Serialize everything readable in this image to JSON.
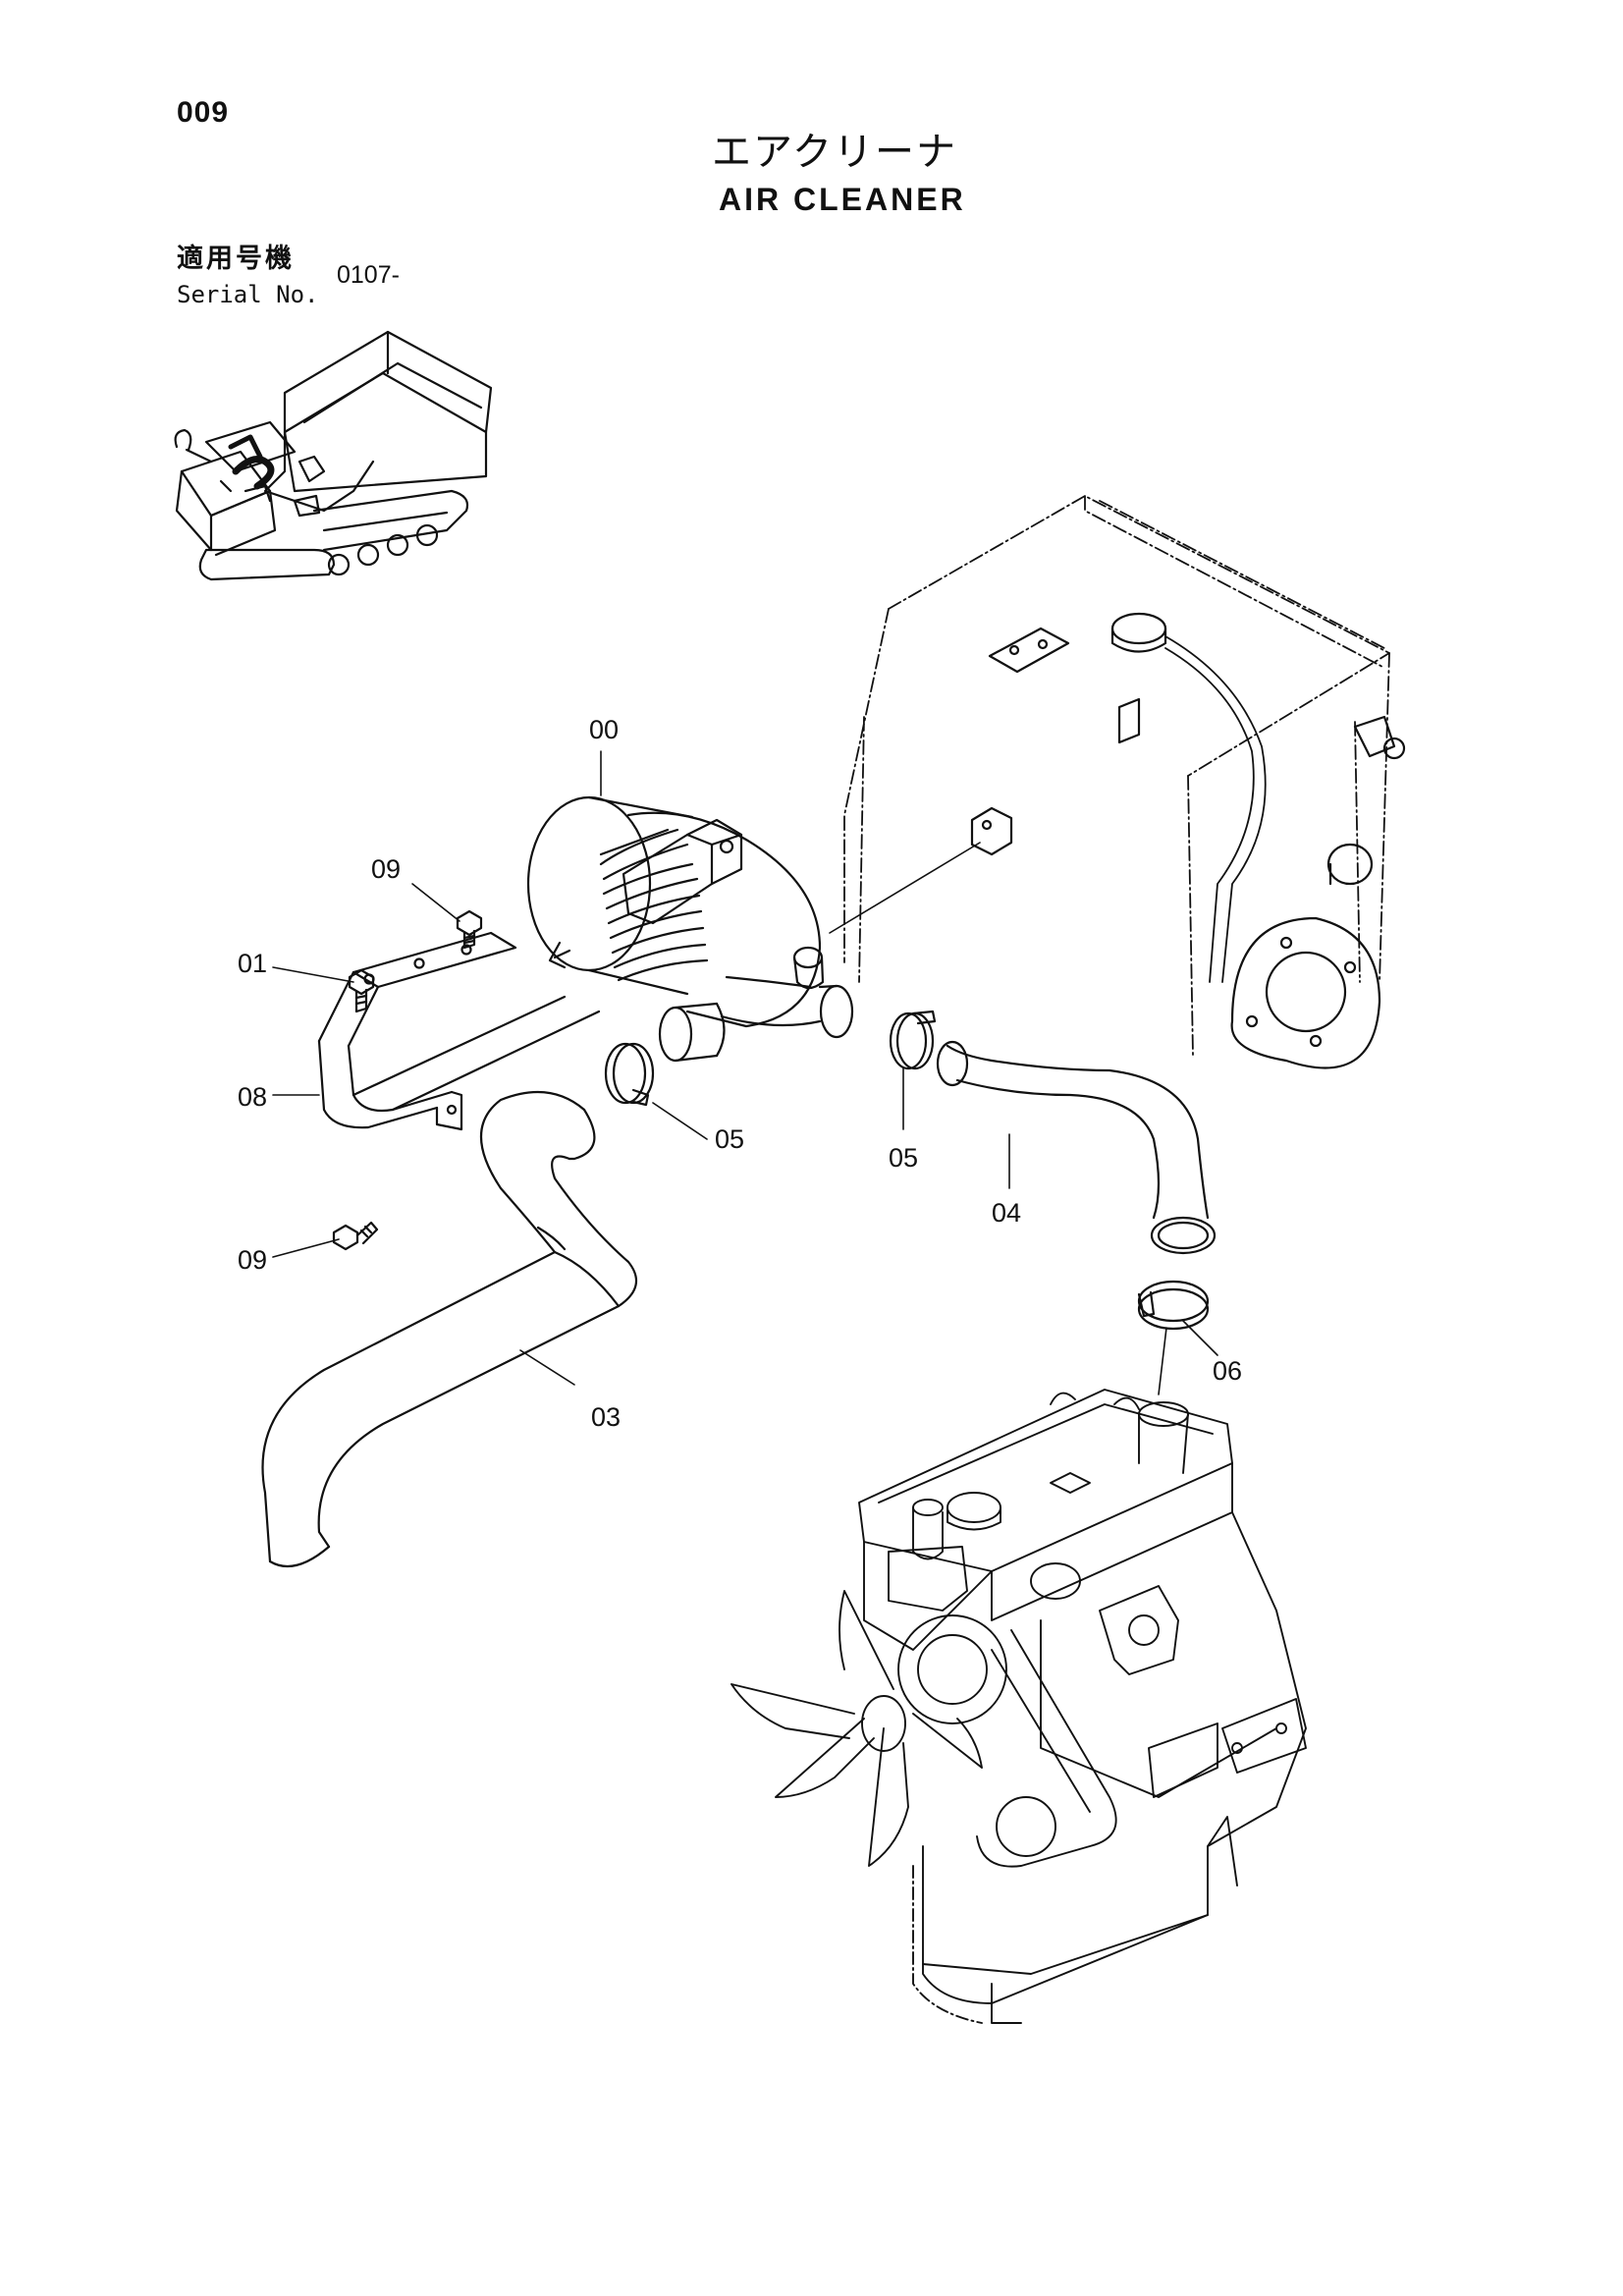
{
  "header": {
    "page_number": "009",
    "title_ja": "エアクリーナ",
    "title_en": "AIR CLEANER",
    "serial_label_ja": "適用号機",
    "serial_label_en": "Serial No.",
    "serial_value": "0107-"
  },
  "callouts": [
    {
      "id": "c00",
      "label": "00"
    },
    {
      "id": "c09a",
      "label": "09"
    },
    {
      "id": "c01",
      "label": "01"
    },
    {
      "id": "c08",
      "label": "08"
    },
    {
      "id": "c05a",
      "label": "05"
    },
    {
      "id": "c05b",
      "label": "05"
    },
    {
      "id": "c04",
      "label": "04"
    },
    {
      "id": "c09b",
      "label": "09"
    },
    {
      "id": "c06",
      "label": "06"
    },
    {
      "id": "c03",
      "label": "03"
    }
  ],
  "parts": {
    "air_cleaner": "air-cleaner-assembly",
    "bracket": "mounting-bracket",
    "hose_inlet": "inlet-hose",
    "hose_outlet": "outlet-hose",
    "clamps": "hose-clamp",
    "bolts": "bolt",
    "engine": "engine",
    "tank": "fuel-tank",
    "machine": "crawler-carrier-thumbnail"
  }
}
